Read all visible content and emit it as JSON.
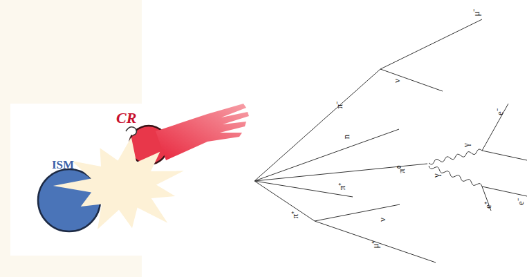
{
  "diagram": {
    "nodes": [
      {
        "text": [
          "ISM"
        ]
      },
      {
        "text": [
          "CR"
        ]
      }
    ],
    "labels": [
      "μ⁻",
      "π⁻",
      "ν",
      "n",
      "π⁰",
      "γ",
      "γ",
      "e⁻",
      "e⁺",
      "e⁻",
      "π⁺",
      "π⁺",
      "ν",
      "μ⁺"
    ]
  }
}
